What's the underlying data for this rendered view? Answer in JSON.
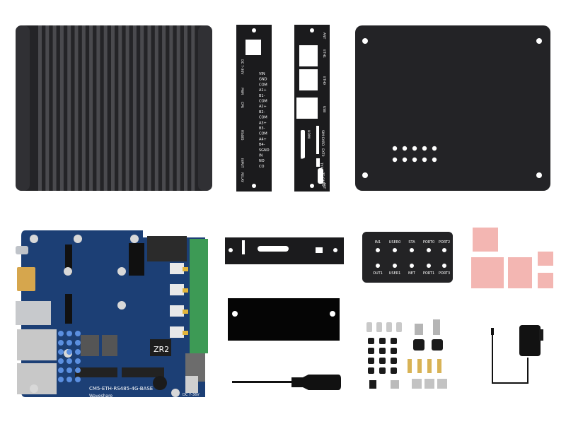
{
  "io_panel": {
    "left_labels": [
      "DC 7-36V",
      "PWR",
      "CPU",
      "RS485",
      "INPUT",
      "RELAY"
    ],
    "right_labels": [
      "VIN",
      "GND",
      "COM",
      "A1+",
      "B1-",
      "COM",
      "A2+",
      "B2-",
      "COM",
      "A3+",
      "B3-",
      "COM",
      "A4+",
      "B4-",
      "SGND",
      "IN",
      "NO",
      "CO"
    ]
  },
  "port_panel": {
    "labels": [
      "ANT",
      "ETH1",
      "ETH0",
      "USB",
      "HDMI",
      "SIM CARD",
      "EXT0",
      "USB",
      "TYPE-C",
      "TF CARD",
      "ANT"
    ]
  },
  "led_panel": {
    "row1": [
      "IN1",
      "USER0",
      "STA",
      "PORT0",
      "PORT2"
    ],
    "row2": [
      "OUT1",
      "USER1",
      "NET",
      "PORT1",
      "PORT3"
    ]
  },
  "board": {
    "model": "CM5-ETH-RS485-4G-BASE",
    "brand": "Waveshare",
    "power": "DC 7-36V",
    "chip": "ZR2"
  },
  "colors": {
    "black": "#1a1a1c",
    "board_blue": "#1c3f75",
    "terminal_green": "#3d9a55",
    "thermal_pad": "#f3b6b2"
  }
}
